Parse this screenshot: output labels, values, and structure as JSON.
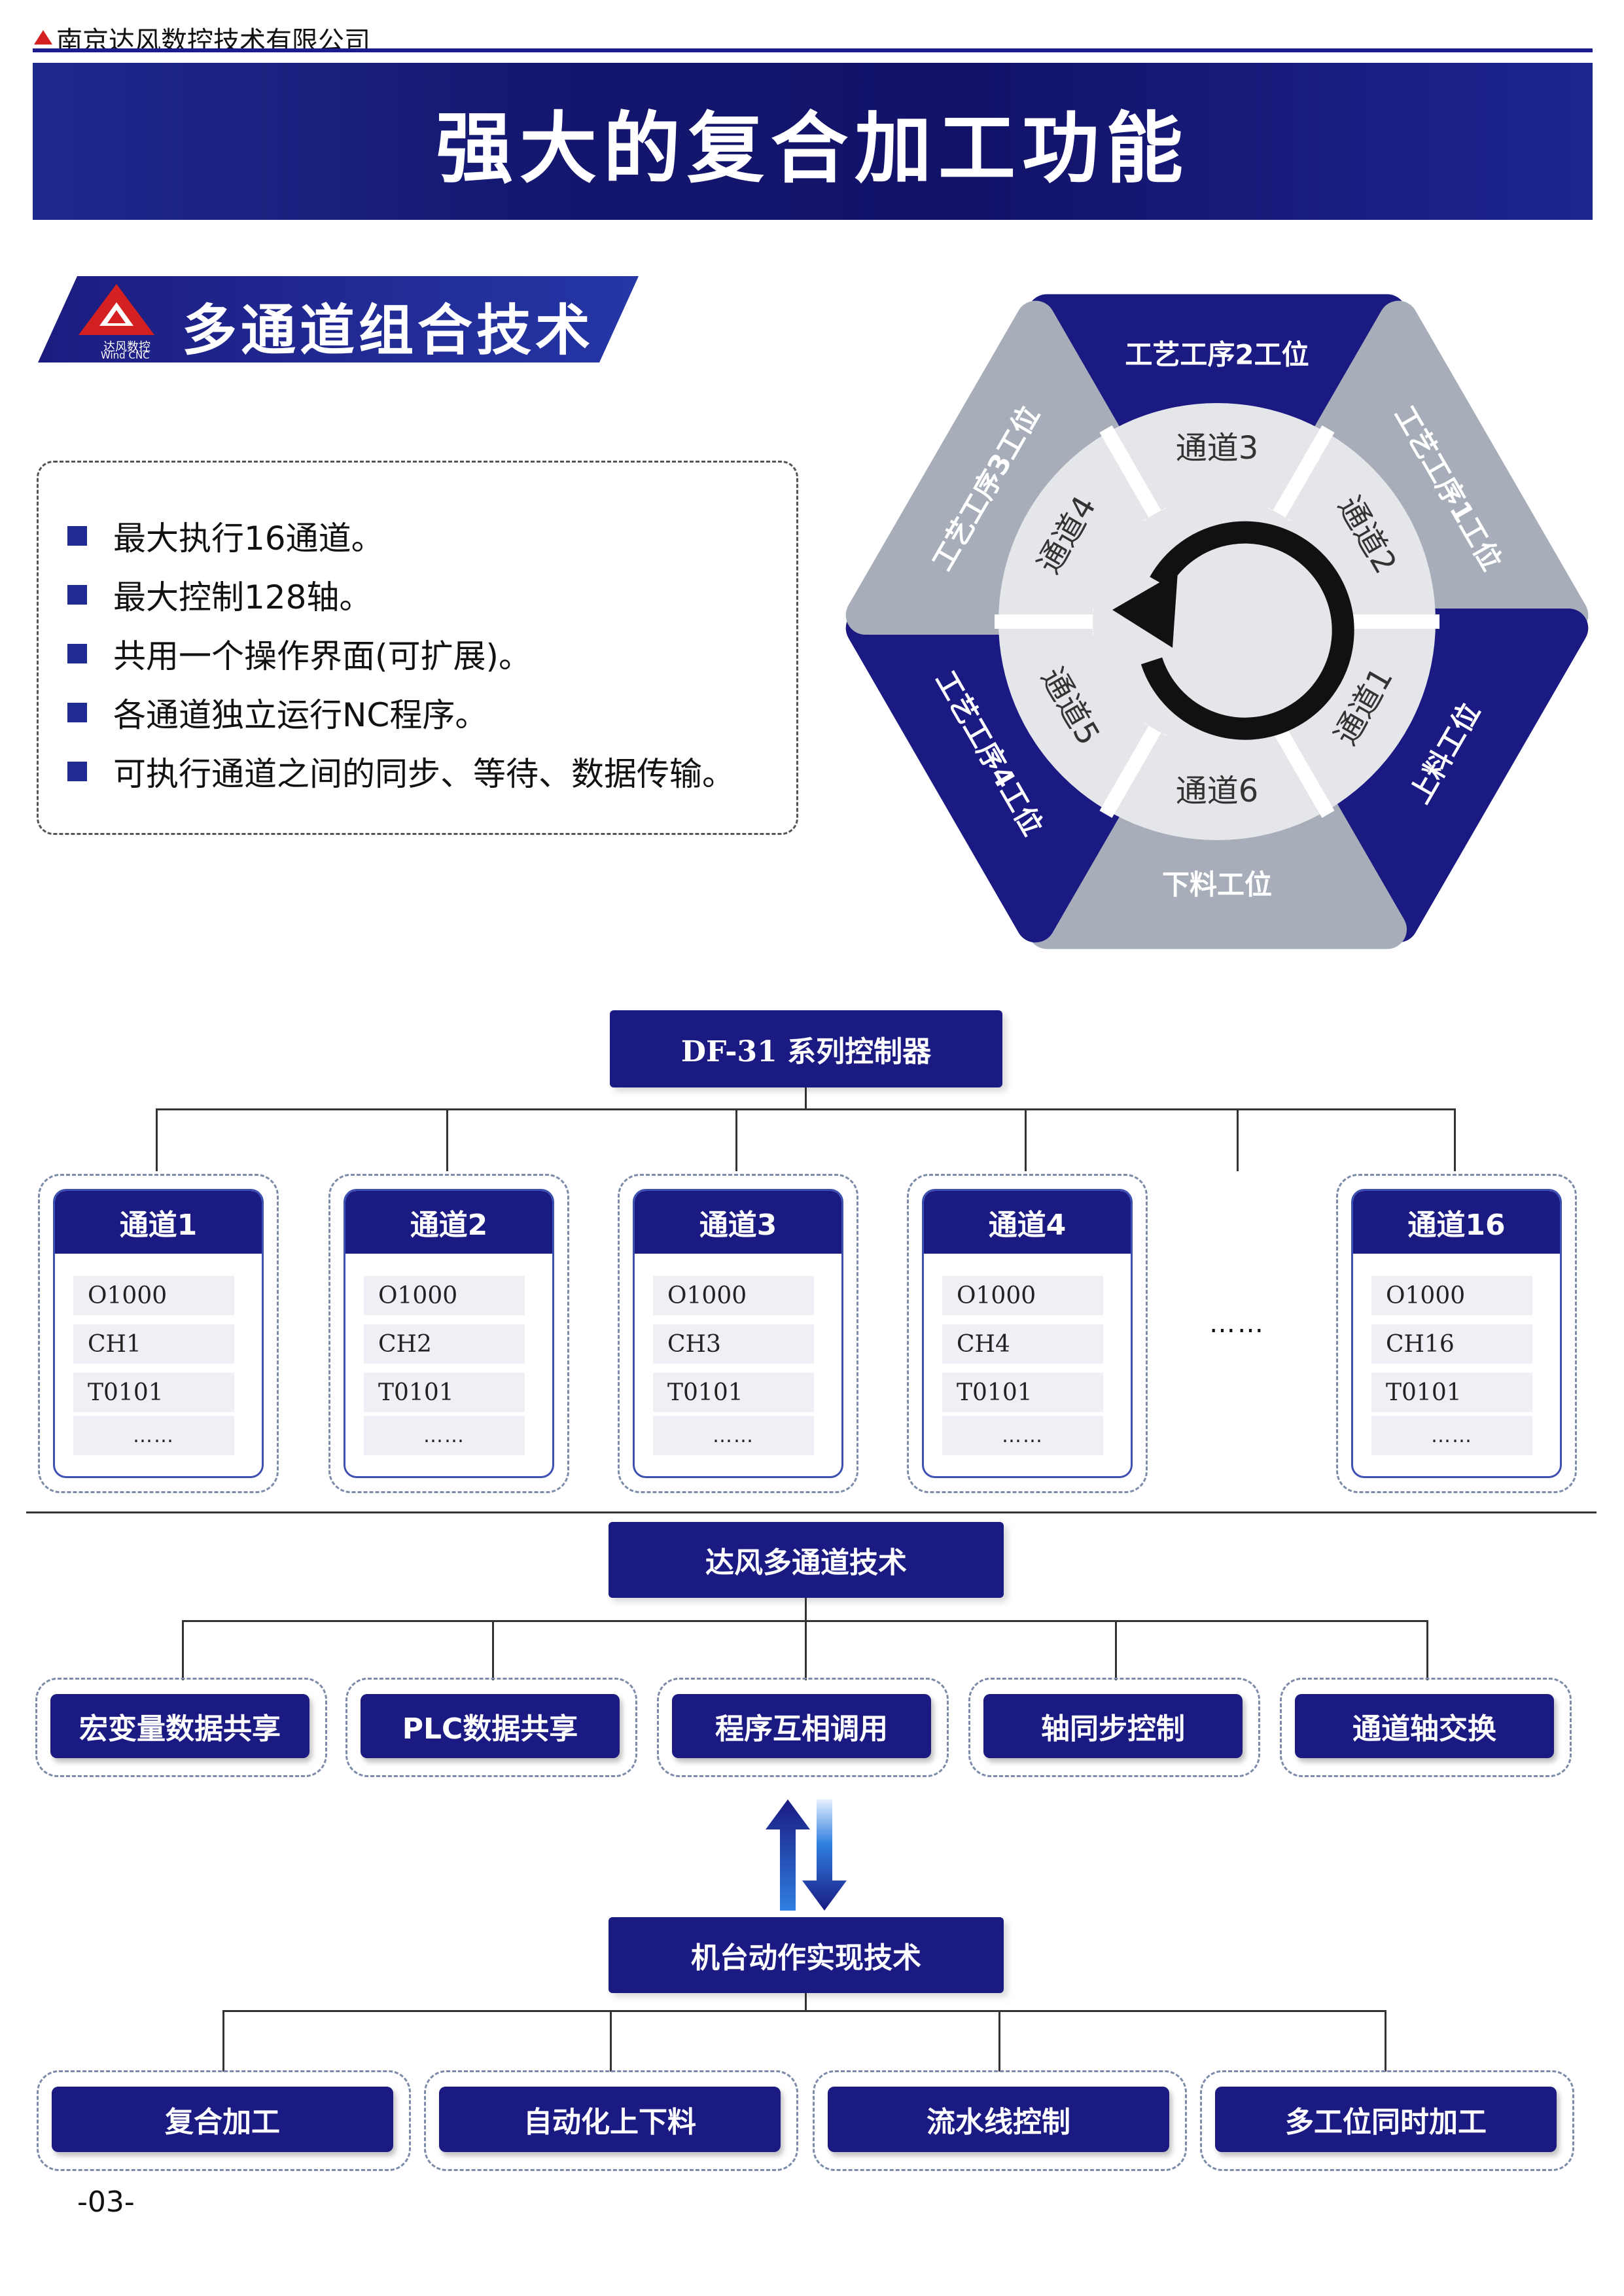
{
  "header": {
    "company": "南京达风数控技术有限公司",
    "title": "强大的复合加工功能"
  },
  "section": {
    "label": "多通道组合技术",
    "logo_cn": "达风数控",
    "logo_en": "Wind CNC"
  },
  "features_list": [
    "最大执行16通道。",
    "最大控制128轴。",
    "共用一个操作界面(可扩展)。",
    "各通道独立运行NC程序。",
    "可执行通道之间的同步、等待、数据传输。"
  ],
  "wheel": {
    "stations": [
      "工艺工序2工位",
      "工艺工序1工位",
      "上料工位",
      "下料工位",
      "工艺工序4工位",
      "工艺工序3工位"
    ],
    "channels": [
      "通道3",
      "通道2",
      "通道1",
      "通道6",
      "通道5",
      "通道4"
    ],
    "colors": {
      "blue": "#1a1a82",
      "gray": "#a7adb9",
      "ring": "#e4e6ea"
    }
  },
  "controller": {
    "title": "DF-31 系列控制器",
    "channels": [
      {
        "name": "通道1",
        "rows": [
          "O1000",
          "CH1",
          "T0101"
        ],
        "dots": "……"
      },
      {
        "name": "通道2",
        "rows": [
          "O1000",
          "CH2",
          "T0101"
        ],
        "dots": "……"
      },
      {
        "name": "通道3",
        "rows": [
          "O1000",
          "CH3",
          "T0101"
        ],
        "dots": "……"
      },
      {
        "name": "通道4",
        "rows": [
          "O1000",
          "CH4",
          "T0101"
        ],
        "dots": "……"
      },
      {
        "name": "通道16",
        "rows": [
          "O1000",
          "CH16",
          "T0101"
        ],
        "dots": "……"
      }
    ],
    "ellipsis": "……"
  },
  "tech": {
    "title": "达风多通道技术",
    "items": [
      "宏变量数据共享",
      "PLC数据共享",
      "程序互相调用",
      "轴同步控制",
      "通道轴交换"
    ]
  },
  "machine": {
    "title": "机台动作实现技术",
    "items": [
      "复合加工",
      "自动化上下料",
      "流水线控制",
      "多工位同时加工"
    ]
  },
  "page_number": "-03-"
}
